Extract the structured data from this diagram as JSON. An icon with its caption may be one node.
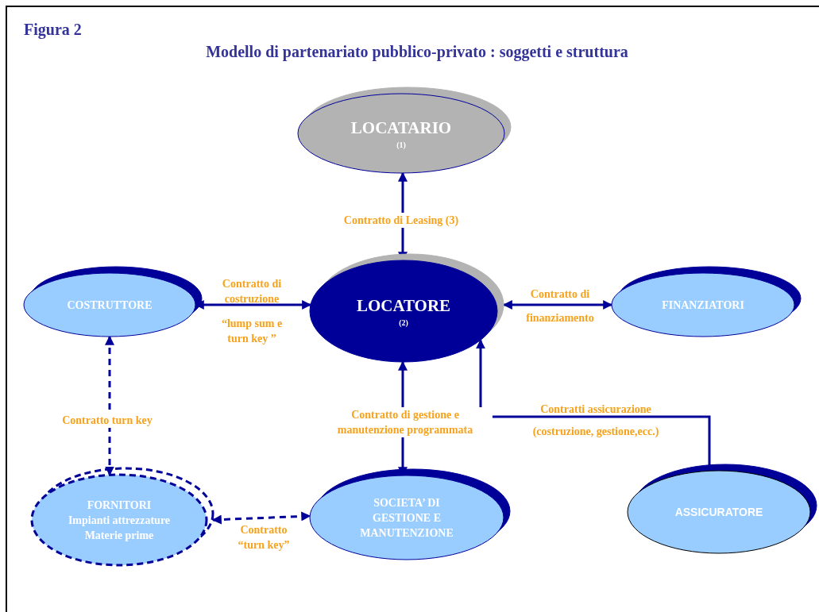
{
  "diagram": {
    "title": "Modello di partenariato pubblico-privato : soggetti e struttura",
    "nodes": [
      {
        "text": [
          "LOCATARIO",
          "(1)"
        ]
      },
      {
        "text": [
          "COSTRUTTORE"
        ]
      },
      {
        "text": [
          "LOCATORE",
          "(2)"
        ]
      },
      {
        "text": [
          "FINANZIATORI"
        ]
      },
      {
        "text": [
          "FORNITORI",
          "Impianti attrezzature",
          "Materie prime"
        ]
      },
      {
        "text": [
          "SOCIETA’ DI GESTIONE E MANUTENZIONE"
        ]
      },
      {
        "text": [
          "ASSICURATORE"
        ]
      }
    ],
    "edges": [
      {
        "from": 2,
        "to": 0,
        "arrow": "both",
        "label": "Contratto di Leasing (3)"
      },
      {
        "from": 1,
        "to": 2,
        "arrow": "both",
        "label": "Contratto di costruzione"
      },
      {
        "from": 2,
        "to": 3,
        "arrow": "both",
        "label": "Contratto di finanziamento"
      },
      {
        "from": 1,
        "to": 4,
        "arrow": "both",
        "style": "dashed",
        "label": "Contratto turn key"
      },
      {
        "from": 2,
        "to": 5,
        "arrow": "both",
        "label": "Contratto di gestione e manutenzione programmata"
      },
      {
        "from": 6,
        "to": 2,
        "arrow": "to",
        "label": "Contratti assicurazione"
      },
      {
        "from": 4,
        "to": 5,
        "arrow": "both",
        "style": "dashed",
        "label": "Contratto “turn key”"
      }
    ],
    "labels": [
      "Figura 2",
      "“lump sum e turn key ”",
      "(costruzione, gestione,ecc.)"
    ]
  }
}
